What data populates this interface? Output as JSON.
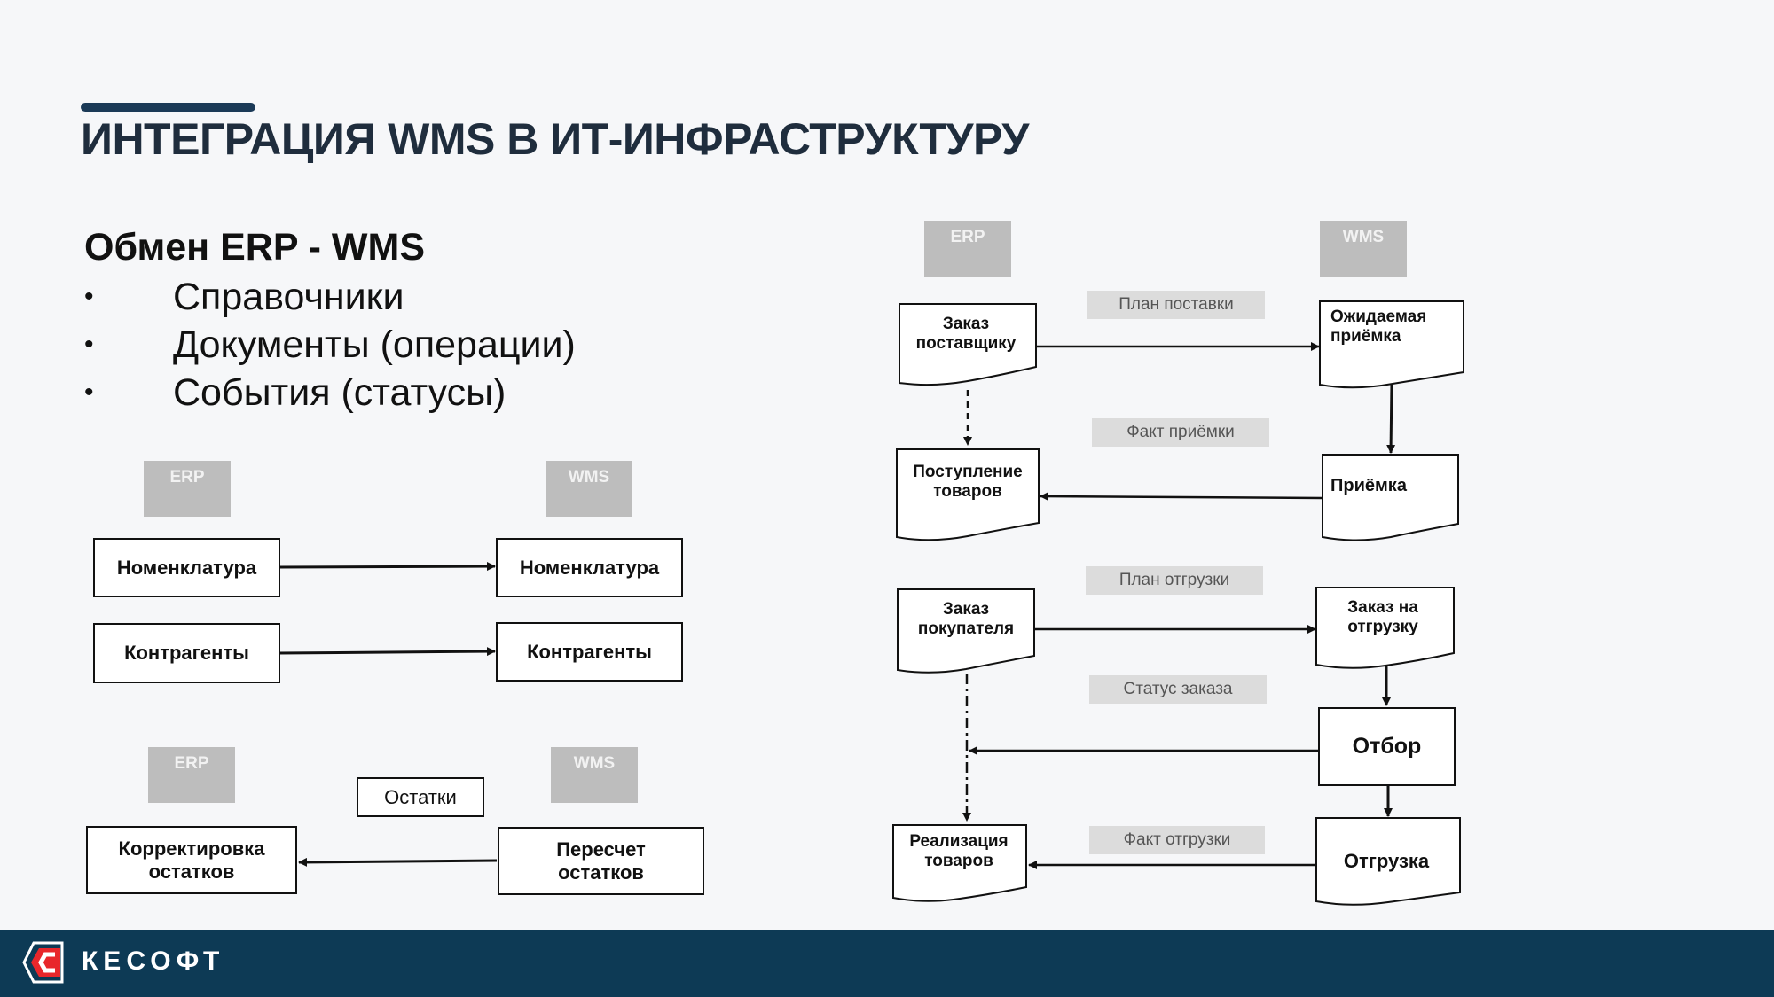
{
  "header": {
    "title": "ИНТЕГРАЦИЯ WMS В ИТ-ИНФРАСТРУКТУРУ"
  },
  "intro": {
    "subtitle": "Обмен ERP - WMS",
    "bullets": [
      "Справочники",
      "Документы (операции)",
      "События (статусы)"
    ]
  },
  "left_diagram": {
    "erp_tag": "ERP",
    "wms_tag": "WMS",
    "erp_items": [
      "Номенклатура",
      "Контрагенты"
    ],
    "wms_items": [
      "Номенклатура",
      "Контрагенты"
    ],
    "erp_tag_2": "ERP",
    "wms_tag_2": "WMS",
    "transfer_label": "Остатки",
    "erp_doc": "Корректировка остатков",
    "wms_doc": "Пересчет остатков"
  },
  "right_diagram": {
    "erp_tag": "ERP",
    "wms_tag": "WMS",
    "erp_docs": [
      "Заказ поставщику",
      "Поступление товаров",
      "Заказ покупателя",
      "Реализация товаров"
    ],
    "wms_docs": [
      "Ожидаемая приёмка",
      "Приёмка",
      "Заказ на отгрузку",
      "Отбор",
      "Отгрузка"
    ],
    "flow_labels": [
      "План поставки",
      "Факт приёмки",
      "План отгрузки",
      "Статус заказа",
      "Факт отгрузки"
    ]
  },
  "footer": {
    "logo_text": "КЕСОФТ"
  },
  "colors": {
    "title": "#1f2d3d",
    "accent_bar": "#1b3a57",
    "footer": "#0d3a55",
    "logo_red": "#e8272b",
    "tag_bg": "#bdbdbd",
    "label_bg": "#dcdcdc"
  }
}
